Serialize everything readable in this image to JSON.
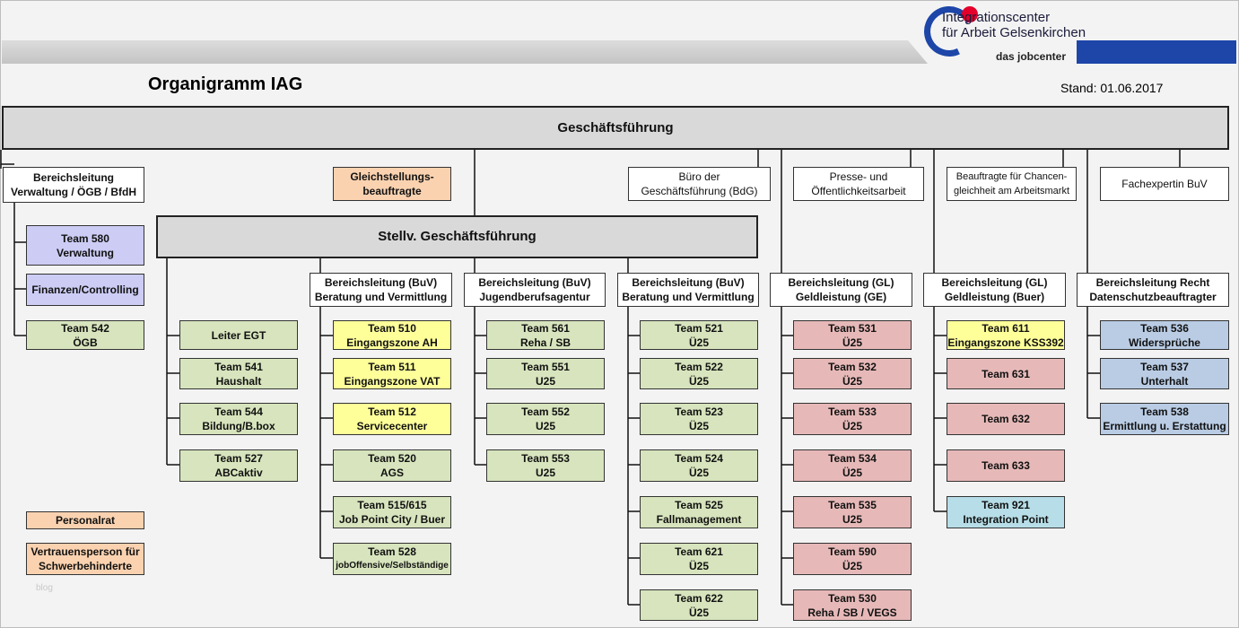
{
  "header": {
    "title": "Organigramm IAG",
    "stand": "Stand: 01.06.2017",
    "logo": {
      "line1": "Integrationscenter",
      "line2": "für Arbeit Gelsenkirchen",
      "line3": "das jobcenter"
    },
    "watermark": "blog"
  },
  "colors": {
    "accent_blue": "#1d46a8",
    "accent_red": "#e4002b",
    "gray_box": "#d9d9d9",
    "green": "#d7e4bd",
    "yellow": "#ffff9a",
    "violet": "#ccccf5",
    "red": "#e6b9b8",
    "blue": "#b9cce4",
    "cyan": "#b7dee8",
    "orange": "#fad2b0"
  },
  "top": {
    "gf": "Geschäftsführung",
    "stellv": "Stellv. Geschäftsführung",
    "gleich": [
      "Gleichstellungs-",
      "beauftragte"
    ],
    "buero": [
      "Büro der",
      "Geschäftsführung (BdG)"
    ],
    "presse": [
      "Presse- und",
      "Öffentlichkeitsarbeit"
    ],
    "beauftragte": [
      "Beauftragte für Chancen-",
      "gleichheit am Arbeitsmarkt"
    ],
    "fachexpertin": "Fachexpertin BuV",
    "personalrat": "Personalrat",
    "vertrauen": [
      "Vertrauensperson für",
      "Schwerbehinderte"
    ]
  },
  "verwaltung": {
    "head": [
      "Bereichsleitung",
      "Verwaltung / ÖGB / BfdH"
    ],
    "items": [
      [
        "Team 580",
        "Verwaltung"
      ],
      [
        "Finanzen/Controlling"
      ],
      [
        "Team 542",
        "ÖGB"
      ]
    ]
  },
  "stellvcol": {
    "items": [
      [
        "Leiter EGT"
      ],
      [
        "Team 541",
        "Haushalt"
      ],
      [
        "Team 544",
        "Bildung/B.box"
      ],
      [
        "Team 527",
        "ABCaktiv"
      ]
    ]
  },
  "buv1": {
    "head": [
      "Bereichsleitung (BuV)",
      "Beratung und Vermittlung"
    ],
    "items": [
      [
        "Team 510",
        "Eingangszone AH"
      ],
      [
        "Team 511",
        "Eingangszone VAT"
      ],
      [
        "Team 512",
        "Servicecenter"
      ],
      [
        "Team 520",
        "AGS"
      ],
      [
        "Team 515/615",
        "Job Point City / Buer"
      ],
      [
        "Team 528",
        "jobOffensive/Selbständige"
      ]
    ]
  },
  "jugend": {
    "head": [
      "Bereichsleitung (BuV)",
      "Jugendberufsagentur"
    ],
    "items": [
      [
        "Team 561",
        "Reha / SB"
      ],
      [
        "Team 551",
        "U25"
      ],
      [
        "Team 552",
        "U25"
      ],
      [
        "Team 553",
        "U25"
      ]
    ]
  },
  "buv2": {
    "head": [
      "Bereichsleitung (BuV)",
      "Beratung und Vermittlung"
    ],
    "items": [
      [
        "Team 521",
        "Ü25"
      ],
      [
        "Team 522",
        "Ü25"
      ],
      [
        "Team 523",
        "Ü25"
      ],
      [
        "Team 524",
        "Ü25"
      ],
      [
        "Team 525",
        "Fallmanagement"
      ],
      [
        "Team 621",
        "Ü25"
      ],
      [
        "Team 622",
        "Ü25"
      ]
    ]
  },
  "glge": {
    "head": [
      "Bereichsleitung (GL)",
      "Geldleistung (GE)"
    ],
    "items": [
      [
        "Team 531",
        "Ü25"
      ],
      [
        "Team 532",
        "Ü25"
      ],
      [
        "Team 533",
        "Ü25"
      ],
      [
        "Team 534",
        "Ü25"
      ],
      [
        "Team 535",
        "U25"
      ],
      [
        "Team 590",
        "Ü25"
      ],
      [
        "Team 530",
        "Reha / SB / VEGS"
      ]
    ]
  },
  "glbuer": {
    "head": [
      "Bereichsleitung (GL)",
      "Geldleistung (Buer)"
    ],
    "items": [
      [
        "Team 611",
        "Eingangszone KSS392"
      ],
      [
        "Team 631"
      ],
      [
        "Team 632"
      ],
      [
        "Team 633"
      ],
      [
        "Team 921",
        "Integration Point"
      ]
    ]
  },
  "recht": {
    "head": [
      "Bereichsleitung Recht",
      "Datenschutzbeauftragter"
    ],
    "items": [
      [
        "Team 536",
        "Widersprüche"
      ],
      [
        "Team 537",
        "Unterhalt"
      ],
      [
        "Team 538",
        "Ermittlung u. Erstattung"
      ]
    ]
  }
}
